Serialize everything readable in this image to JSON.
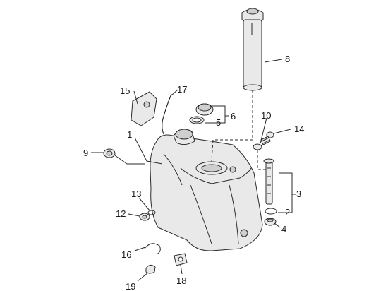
{
  "callouts": {
    "c1": "1",
    "c2": "2",
    "c3": "3",
    "c4": "4",
    "c5": "5",
    "c6": "6",
    "c8": "8",
    "c9": "9",
    "c10": "10",
    "c12": "12",
    "c13": "13",
    "c14": "14",
    "c15": "15",
    "c16": "16",
    "c17": "17",
    "c18": "18",
    "c19": "19"
  }
}
